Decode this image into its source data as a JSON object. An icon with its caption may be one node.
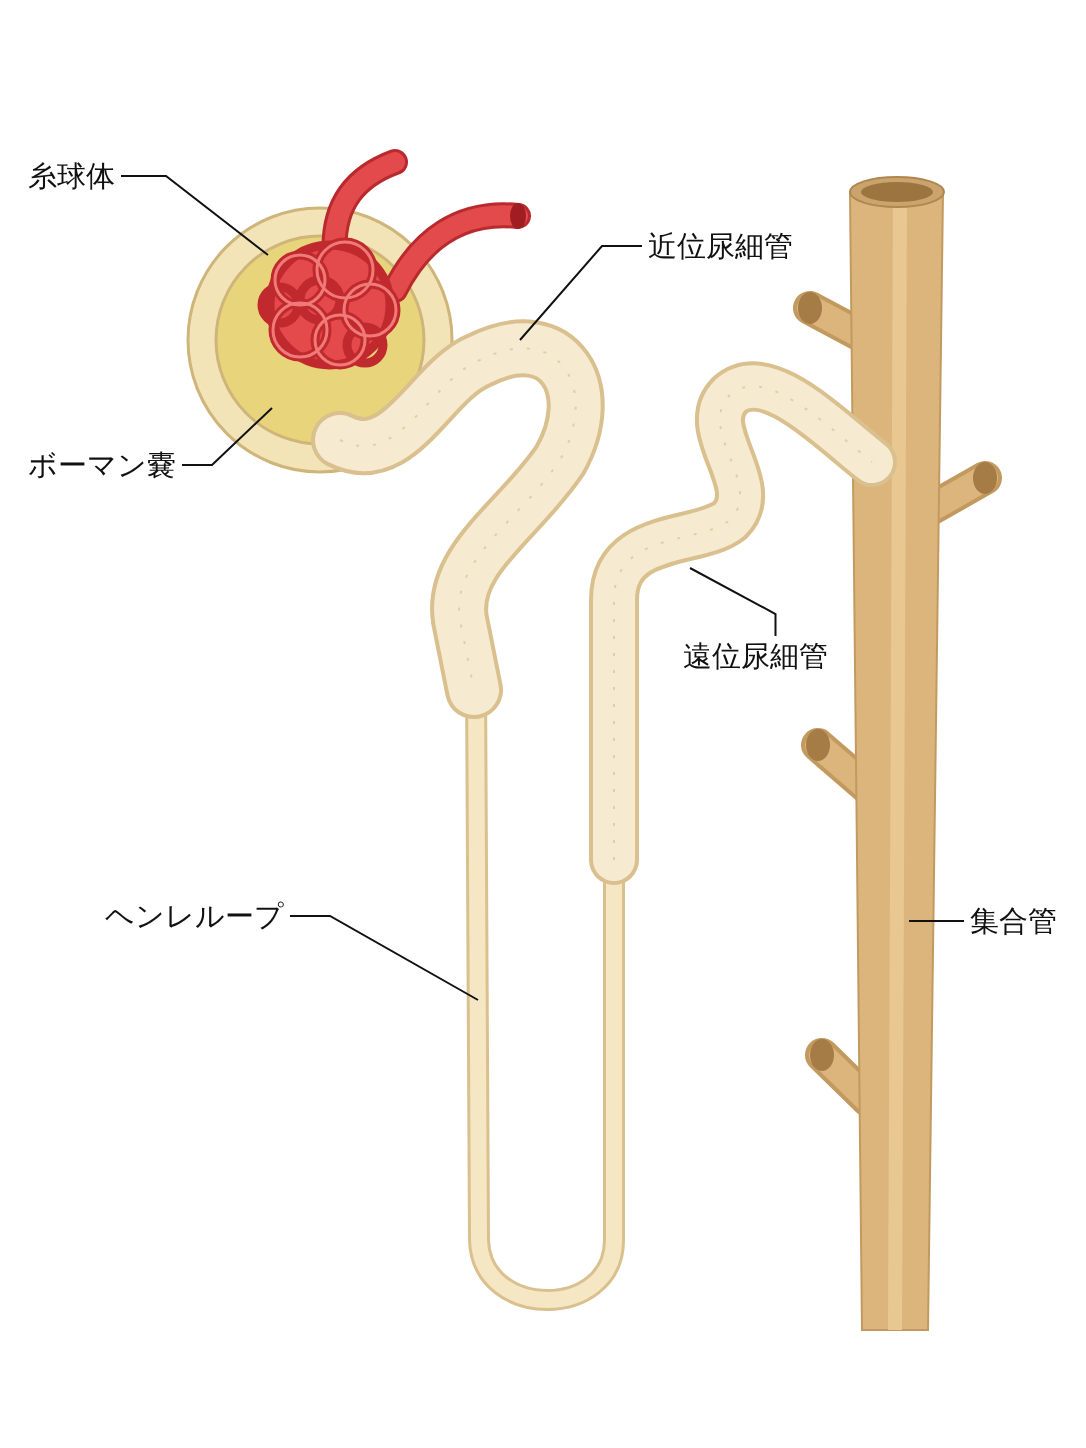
{
  "diagram": {
    "nodes": [
      {
        "text": [
          "糸球体"
        ]
      },
      {
        "text": [
          "近位尿細管"
        ]
      },
      {
        "text": [
          "ボーマン嚢"
        ]
      },
      {
        "text": [
          "遠位尿細管"
        ]
      },
      {
        "text": [
          "ヘンレループ"
        ]
      },
      {
        "text": [
          "集合管"
        ]
      }
    ],
    "edges": [
      {
        "from": 0,
        "to": null,
        "arrow": "none"
      },
      {
        "from": 1,
        "to": null,
        "arrow": "none"
      },
      {
        "from": 2,
        "to": null,
        "arrow": "none"
      },
      {
        "from": 3,
        "to": null,
        "arrow": "none"
      },
      {
        "from": 4,
        "to": null,
        "arrow": "none"
      },
      {
        "from": 5,
        "to": null,
        "arrow": "none"
      }
    ]
  }
}
